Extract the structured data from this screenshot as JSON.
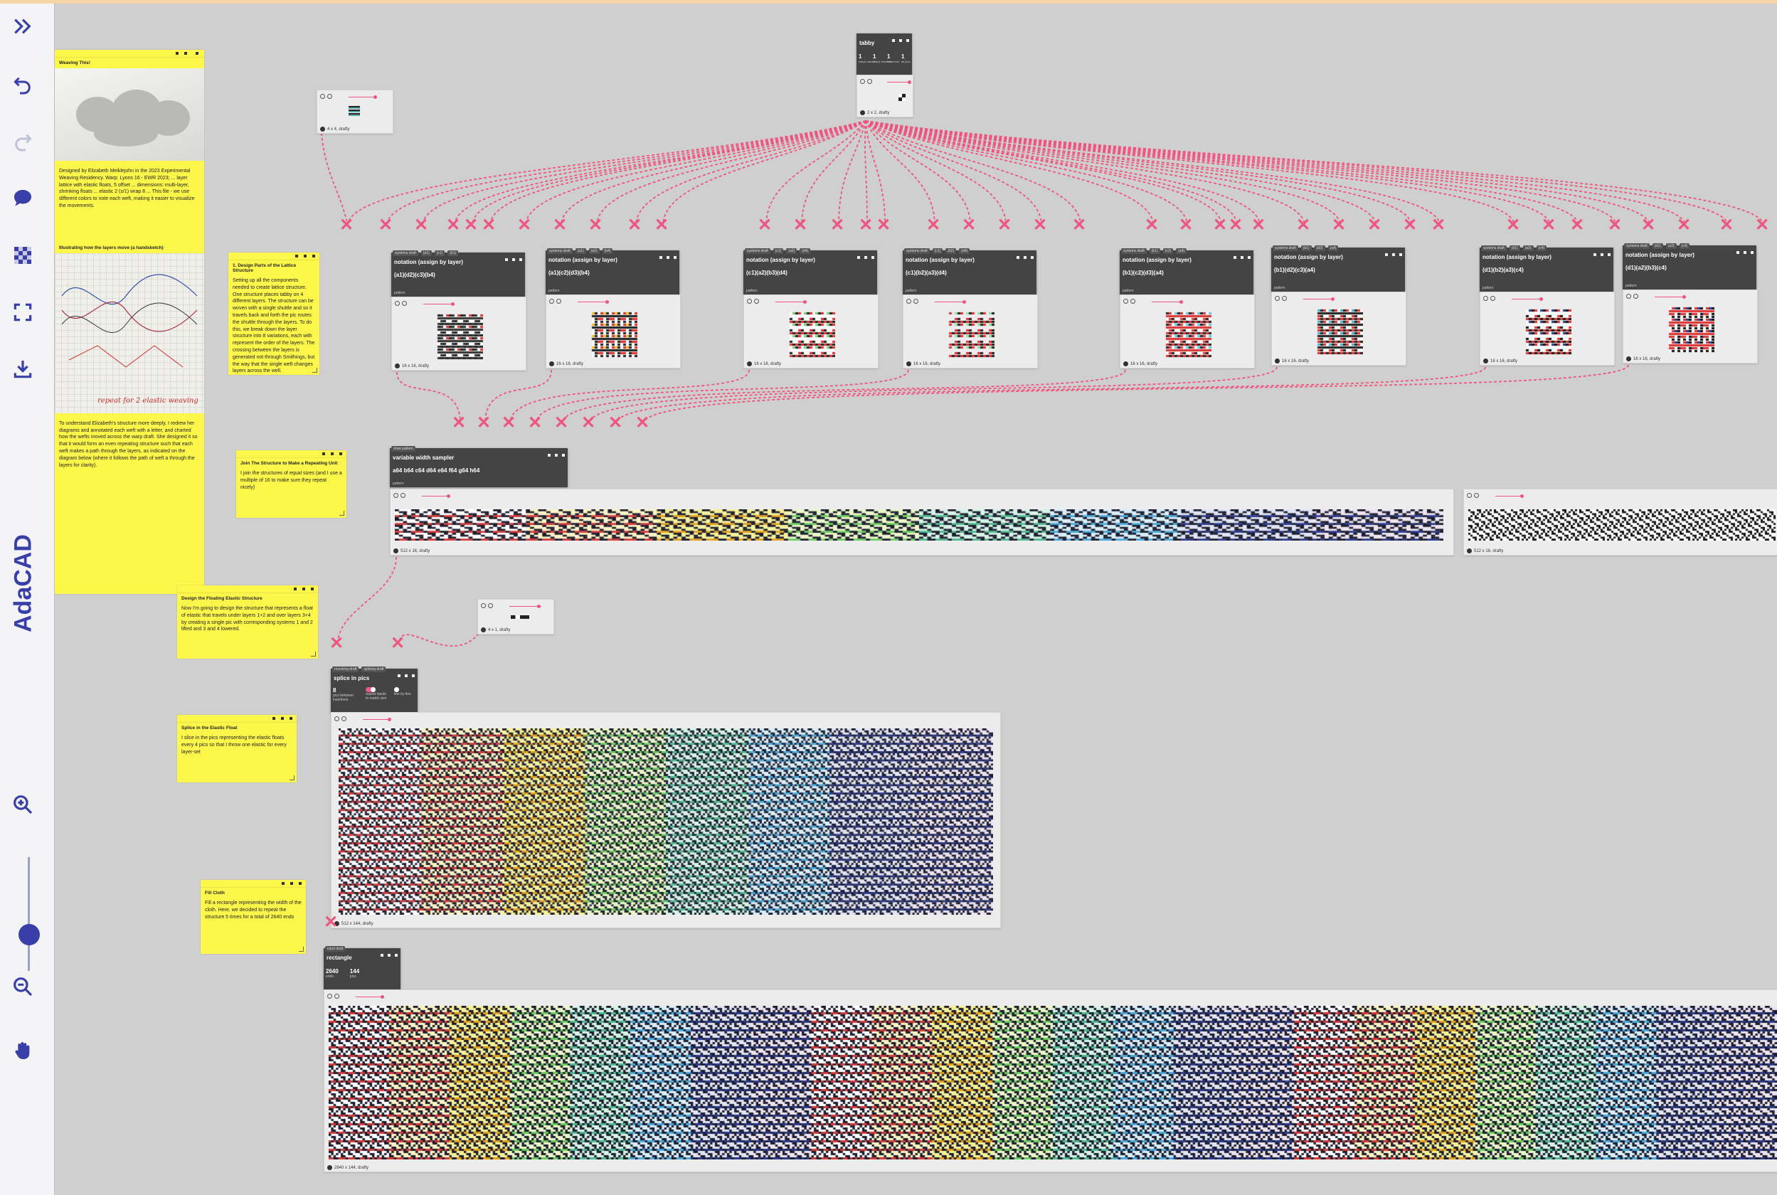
{
  "app": {
    "name": "AdaCAD",
    "accent": "#3840a8",
    "wire_color": "#ee5580",
    "toolbar_icons": [
      "expand-icon",
      "undo-icon",
      "redo-icon",
      "comment-icon",
      "checker-icon",
      "fullscreen-icon",
      "download-icon",
      "zoom-in-icon",
      "zoom-out-icon",
      "hand-icon"
    ]
  },
  "notes": [
    {
      "title": "Weaving This!",
      "body": "Designed by Elizabeth Meiklejohn in the 2023 Experimental Weaving Residency. Warp: Lyons 16 - EWR 2023; ... layer lattice with elastic floats, 5 offset ... dimensions: multi-layer, shrinking floats ... elastic 2 (s/1) wrap 8 ... This file - we use different colors to note each weft, making it easier to visualize the movements."
    },
    {
      "title": "1. Design Parts of the Lattice Structure",
      "body": "Setting up all the components needed to create lattice structure. One structure places tabby on 4 different layers. The structure can be woven with a single shuttle and so it travels back and forth the pic routes the shuttle through the layers. To do this, we break down the layer structure into 8 variations, each with represent the order of the layers. The crossing between the layers is generated not through Smithings, but the way that the single weft changes layers across the well."
    },
    {
      "title": "Illustrating how the layers move (a handsketch)",
      "body": "To understand Elizabeth's structure more deeply, I redrew her diagrams and annotated each weft with a letter, and charted how the wefts moved across the warp draft. She designed it so that it would form an even repeating structure such that each weft makes a path through the layers, as indicated on the diagram below (where it follows the path of weft a through the layers for clarity)."
    },
    {
      "title": "Join The Structure to Make a Repeating Unit",
      "body": "I join the structures of equal sizes (and I use a multiple of 16 to make sure they repeat nicely)"
    },
    {
      "title": "Design the Floating Elastic Structure",
      "body": "Now I'm going to design the structure that represents a float of elastic that travels under layers 1+2 and over layers 3+4 by creating a single pic with corresponding systems 1 and 2 lifted and 3 and 4 lowered."
    },
    {
      "title": "Splice in the Elastic Float",
      "body": "I slice in the pics representing the elastic floats every 4 pics so that I throw one elastic for every layer-set"
    },
    {
      "title": "Fill Cloth",
      "body": "Fill a rectangle representing the width of the cloth. Here, we decided to repeat the structure 5 times for a total of 2640 ends"
    }
  ],
  "sketch_caption": "repeat for 2 elastic weaving",
  "tabby": {
    "name": "tabby",
    "params": [
      {
        "value": "1",
        "label": "warps raised"
      },
      {
        "value": "1",
        "label": "warps lowered"
      },
      {
        "value": "1",
        "label": "basecolor"
      },
      {
        "value": "1",
        "label": "alt pics"
      }
    ],
    "draft_caption": "2 x 2, drafty"
  },
  "small_draft_caption": "4 x 4, drafty",
  "elastic_draft_caption": "4 x 1, drafty",
  "notation_ops": [
    {
      "tabs": [
        "systems draft",
        "(a1)",
        "(c1)",
        "(b1)"
      ],
      "name": "notation (assign by layer)",
      "value": "(a1)(d2)(c3)(b4)",
      "label": "pattern",
      "caption": "16 x 16, drafty"
    },
    {
      "tabs": [
        "systems draft",
        "(a1)",
        "(a2)",
        "(b4)"
      ],
      "name": "notation (assign by layer)",
      "value": "(a1)(c2)(d3)(b4)",
      "label": "pattern",
      "caption": "16 x 16, drafty"
    },
    {
      "tabs": [
        "systems draft",
        "(c1)",
        "(a2)",
        "(d4)"
      ],
      "name": "notation (assign by layer)",
      "value": "(c1)(a2)(b3)(d4)",
      "label": "pattern",
      "caption": "16 x 16, drafty"
    },
    {
      "tabs": [
        "systems draft",
        "(c1)",
        "(b2)",
        "(d4)"
      ],
      "name": "notation (assign by layer)",
      "value": "(c1)(b2)(a3)(d4)",
      "label": "pattern",
      "caption": "16 x 16, drafty"
    },
    {
      "tabs": [
        "systems draft",
        "(b1)",
        "(c2)",
        "(a4)"
      ],
      "name": "notation (assign by layer)",
      "value": "(b1)(c2)(d3)(a4)",
      "label": "pattern",
      "caption": "16 x 16, drafty"
    },
    {
      "tabs": [
        "systems draft",
        "(b1)",
        "(d2)",
        "(a4)"
      ],
      "name": "notation (assign by layer)",
      "value": "(b1)(d2)(c3)(a4)",
      "label": "pattern",
      "caption": "16 x 16, drafty"
    },
    {
      "tabs": [
        "systems draft",
        "(d1)",
        "(a2)",
        "(c4)"
      ],
      "name": "notation (assign by layer)",
      "value": "(d1)(b2)(a3)(c4)",
      "label": "pattern",
      "caption": "16 x 16, drafty"
    },
    {
      "tabs": [
        "systems draft",
        "(d1)",
        "(a2)",
        "(c4)"
      ],
      "name": "notation (assign by layer)",
      "value": "(d1)(a2)(b3)(c4)",
      "label": "pattern",
      "caption": "16 x 16, drafty"
    }
  ],
  "sampler": {
    "tabs": [
      "draw pattern"
    ],
    "name": "variable width sampler",
    "value": "a64 b64 c64 d64 e64 f64 g64 h64",
    "label": "pattern",
    "caption": "512 x 16, drafty",
    "side_caption": "512 x 16, drafty"
  },
  "splice": {
    "tabs": [
      "receiving draft",
      "splicing draft"
    ],
    "name": "splice in pics",
    "params": [
      {
        "value": "8",
        "label": "pics between insertions"
      },
      {
        "value": "",
        "label": "repeat inputs to match size"
      },
      {
        "value": "",
        "label": "line by line"
      }
    ],
    "caption": "512 x 144, drafty"
  },
  "rectangle": {
    "tabs": [
      "input draft"
    ],
    "name": "rectangle",
    "params": [
      {
        "value": "2640",
        "label": "ends"
      },
      {
        "value": "144",
        "label": "pics"
      }
    ],
    "caption": "2640 x 144, drafty"
  }
}
